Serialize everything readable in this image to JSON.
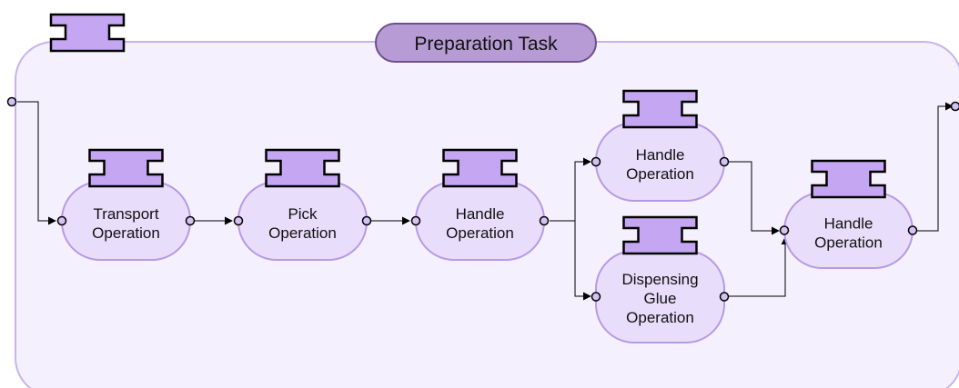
{
  "task": {
    "title": "Preparation Task"
  },
  "operations": [
    {
      "id": "transport",
      "lines": [
        "Transport",
        "Operation"
      ]
    },
    {
      "id": "pick",
      "lines": [
        "Pick",
        "Operation"
      ]
    },
    {
      "id": "handle1",
      "lines": [
        "Handle",
        "Operation"
      ]
    },
    {
      "id": "handle2",
      "lines": [
        "Handle",
        "Operation"
      ]
    },
    {
      "id": "dispensing",
      "lines": [
        "Dispensing",
        "Glue",
        "Operation"
      ]
    },
    {
      "id": "handle3",
      "lines": [
        "Handle",
        "Operation"
      ]
    }
  ],
  "colors": {
    "container_fill": "#f5f0fd",
    "container_stroke": "#c7b3ec",
    "node_fill": "#e8ddfa",
    "node_stroke": "#b59ae6",
    "tag_fill": "#c4a6f2",
    "tag_stroke": "#000000",
    "title_fill": "#b79bd4",
    "title_stroke": "#6f4f8f",
    "port_fill": "#d4c2f0",
    "line": "#000000"
  }
}
